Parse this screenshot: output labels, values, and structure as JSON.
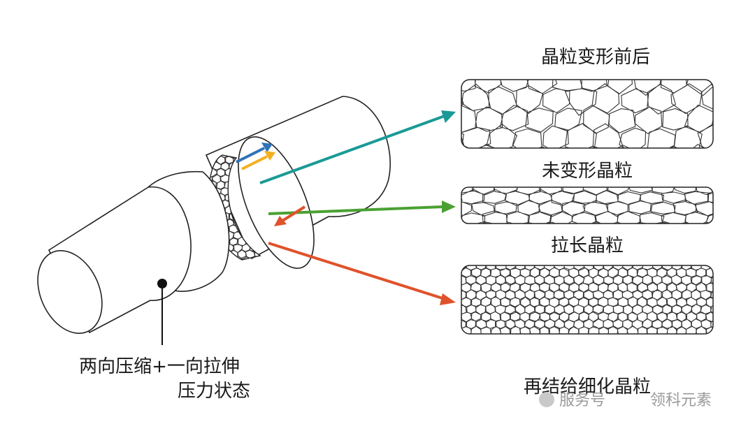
{
  "labels": {
    "top_panel": "晶粒变形前后",
    "middle_panel": "未变形晶粒",
    "lower_panel": "拉长晶粒",
    "bottom_caption": "再结给细化晶粒",
    "stress_line1": "两向压缩+一向拉伸",
    "stress_line2": "压力状态"
  },
  "watermark": {
    "part1": "服务号",
    "part2": "领科元素"
  },
  "colors": {
    "teal_arrow": "#1a9a96",
    "green_arrow": "#4aa132",
    "red_arrow": "#e0522b",
    "blue_arrow": "#2e73b8",
    "yellow_arrow": "#f2b021"
  }
}
